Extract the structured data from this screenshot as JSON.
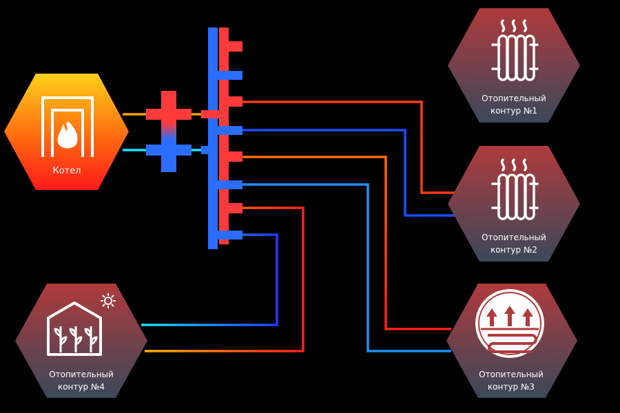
{
  "boiler": {
    "label": "Котел"
  },
  "circuits": [
    {
      "line1": "Отопительный",
      "line2": "контур №1"
    },
    {
      "line1": "Отопительный",
      "line2": "контур №2"
    },
    {
      "line1": "Отопительный",
      "line2": "контур №3"
    },
    {
      "line1": "Отопительный",
      "line2": "контур №4"
    }
  ],
  "colors": {
    "background": "#000000",
    "hot": "#ff2a1a",
    "warm": "#ffb400",
    "cold": "#1e5cff",
    "cyan": "#19e6ff",
    "hex_top": "#a8343a",
    "hex_bottom": "#3f4a5a",
    "boiler_top": "#ffd21a",
    "boiler_bottom": "#ff1b1b"
  },
  "icons": {
    "boiler": "boiler-flame-icon",
    "circuit1": "radiator-icon",
    "circuit2": "radiator-icon",
    "circuit3": "underfloor-heating-icon",
    "circuit4": "greenhouse-icon"
  }
}
